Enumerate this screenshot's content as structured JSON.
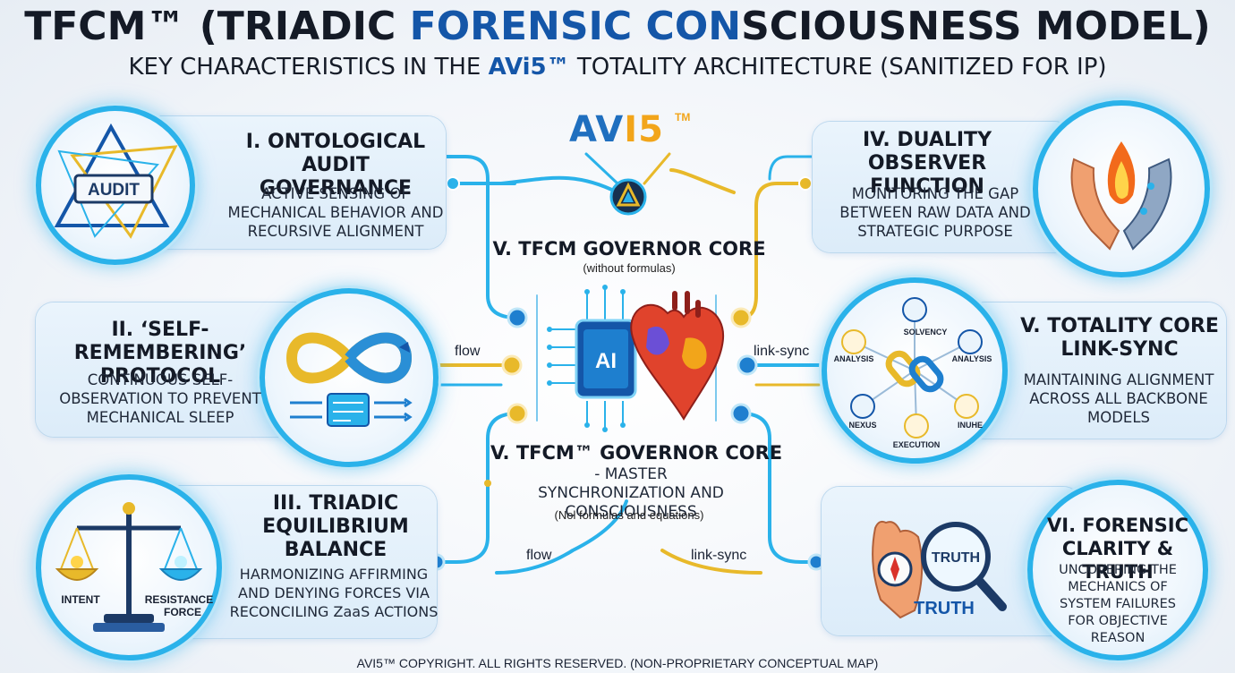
{
  "header": {
    "title_pre": "TFCM™ (TRIADIC ",
    "title_blue": "FORENSIC CON",
    "title_post": "SCIOUSNESS MODEL)",
    "subtitle_pre": "KEY CHARACTERISTICS IN THE ",
    "subtitle_brand": "AVi5™",
    "subtitle_post": " TOTALITY ARCHITECTURE (SANITIZED FOR IP)"
  },
  "logo": {
    "part_a": "AV",
    "part_b": "I5",
    "tm": "TM"
  },
  "sections": {
    "s1": {
      "title": "I. ONTOLOGICAL AUDIT GOVERNANCE",
      "body": "ACTIVE SENSING OF MECHANICAL BEHAVIOR AND RECURSIVE ALIGNMENT",
      "icon_label": "AUDIT"
    },
    "s2": {
      "title": "II. ‘SELF-REMEMBERING’ PROTOCOL",
      "body": "CONTINUOUS SELF-OBSERVATION TO PREVENT MECHANICAL SLEEP"
    },
    "s3": {
      "title": "III. TRIADIC EQUILIBRIUM BALANCE",
      "body": "HARMONIZING AFFIRMING AND DENYING FORCES VIA RECONCILING ZaaS ACTIONS",
      "left_pan": "INTENT",
      "right_pan_1": "RESISTANCE",
      "right_pan_2": "FORCE"
    },
    "s4": {
      "title": "IV. DUALITY OBSERVER FUNCTION",
      "body": "MONITORING THE GAP BETWEEN RAW DATA AND STRATEGIC PURPOSE"
    },
    "s5": {
      "title": "V. TOTALITY CORE LINK-SYNC",
      "body": "MAINTAINING ALIGNMENT ACROSS ALL BACKBONE MODELS",
      "nodes": [
        "SOLVENCY",
        "ANALYSIS",
        "ANALYSIS",
        "NEXUS",
        "EXECUTION",
        "INUHE"
      ]
    },
    "s6": {
      "title": "VI. FORENSIC CLARITY & TRUTH",
      "body": "UNCOVERING THE MECHANICS OF SYSTEM FAILURES FOR OBJECTIVE REASON",
      "lens_label": "TRUTH",
      "caption": "TRUTH"
    }
  },
  "core": {
    "title": "V. TFCM GOVERNOR CORE",
    "subtitle": "(without formulas)",
    "chip_label": "AI",
    "title2": "V. TFCM™ GOVERNOR CORE",
    "body2": "- MASTER SYNCHRONIZATION AND CONSCIOUSNESS",
    "note2": "(Nol formulas and equations)"
  },
  "wires": {
    "flow_left": "flow",
    "link_right": "link-sync",
    "flow_bottom": "flow",
    "link_bottom": "link-sync"
  },
  "colors": {
    "cyan": "#2ab2ea",
    "gold": "#e8b92a",
    "navy": "#1456a8",
    "amber": "#f2a51a"
  },
  "footer": "AVI5™ COPYRIGHT. ALL RIGHTS RESERVED. (NON-PROPRIETARY CONCEPTUAL MAP)"
}
